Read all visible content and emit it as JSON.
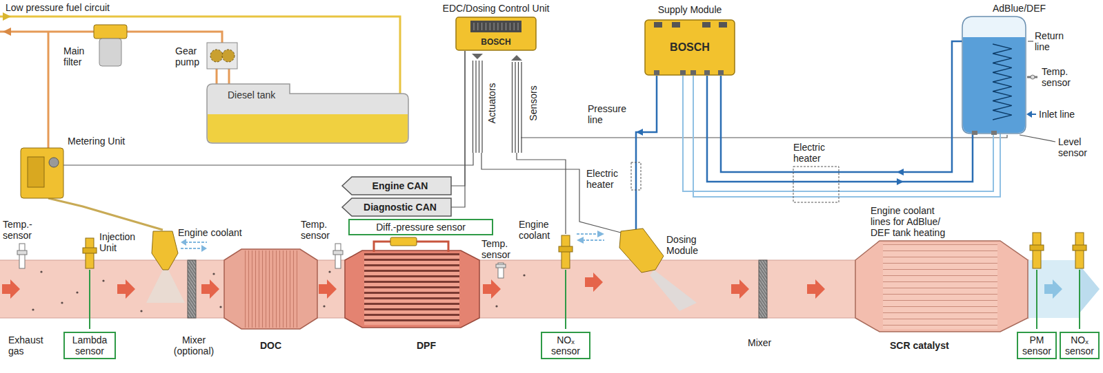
{
  "diagram": {
    "nodes": [
      {
        "text": [
          "EDC/Dosing Control Unit",
          "BOSCH"
        ]
      },
      {
        "text": [
          "Supply Module",
          "BOSCH"
        ]
      },
      {
        "text": [
          "AdBlue/DEF"
        ]
      },
      {
        "text": [
          "Diesel tank"
        ]
      },
      {
        "text": [
          "Engine CAN"
        ]
      },
      {
        "text": [
          "Diagnostic CAN"
        ]
      },
      {
        "text": [
          "Diff.-pressure sensor"
        ]
      },
      {
        "text": [
          "Lambda sensor"
        ]
      },
      {
        "text": [
          "NOₓ sensor"
        ]
      },
      {
        "text": [
          "PM sensor"
        ]
      },
      {
        "text": [
          "NOₓ sensor"
        ]
      }
    ],
    "edges": [
      {
        "from": 0,
        "to": 4,
        "arrow": "none"
      },
      {
        "from": 0,
        "to": 5,
        "arrow": "none"
      }
    ],
    "labels": [
      "Low pressure fuel circuit",
      "Main filter",
      "Gear pump",
      "Metering Unit",
      "Actuators",
      "Sensors",
      "Return line",
      "Temp. sensor",
      "Inlet line",
      "Pressure line",
      "Electric heater",
      "Electric heater",
      "Level sensor",
      "Engine coolant lines for AdBlue/ DEF tank heating",
      "Injection Unit",
      "Engine coolant",
      "Temp.- sensor",
      "Temp. sensor",
      "Engine coolant",
      "Dosing Module",
      "Temp. sensor",
      "Exhaust gas",
      "Mixer (optional)",
      "DOC",
      "DPF",
      "Mixer",
      "SCR catalyst"
    ]
  }
}
